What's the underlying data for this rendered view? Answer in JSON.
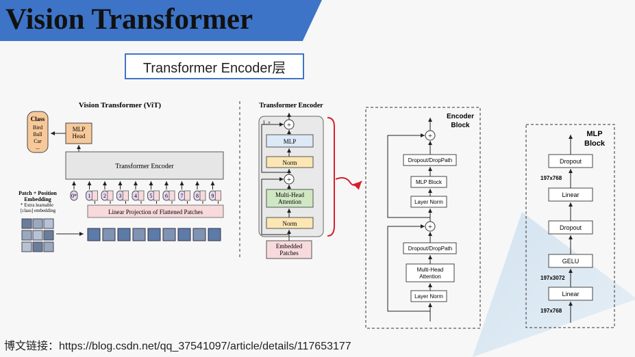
{
  "header": {
    "title": "Vision Transformer",
    "subtitle": "Transformer Encoder层"
  },
  "footer": {
    "link_text": "博文链接：https://blog.csdn.net/qq_37541097/article/details/117653177"
  },
  "vit": {
    "title": "Vision Transformer (ViT)",
    "class_box": {
      "heading": "Class",
      "items": [
        "Bird",
        "Ball",
        "Car",
        "..."
      ]
    },
    "mlp_head": "MLP\nHead",
    "encoder": "Transformer Encoder",
    "embedding_label": "Patch + Position\nEmbedding",
    "extra_note": "* Extra learnable\n[class] embedding",
    "linear_projection": "Linear Projection of Flattened Patches",
    "position_tokens": [
      "0*",
      "1",
      "2",
      "3",
      "4",
      "5",
      "6",
      "7",
      "8",
      "9"
    ]
  },
  "encoder_block": {
    "title": "Transformer Encoder",
    "repeat": "L ×",
    "mlp": "MLP",
    "norm_top": "Norm",
    "mha": "Multi-Head\nAttention",
    "norm_bottom": "Norm",
    "embedded": "Embedded\nPatches"
  },
  "encoder_detail": {
    "title": "Encoder\nBlock",
    "top": [
      "Dropout/DropPath",
      "MLP Block",
      "Layer Norm"
    ],
    "bottom": [
      "Dropout/DropPath",
      "Multi-Head\nAttention",
      "Layer Norm"
    ]
  },
  "mlp_block": {
    "title": "MLP\nBlock",
    "layers": [
      "Dropout",
      "Linear",
      "Dropout",
      "GELU",
      "Linear"
    ],
    "dims": [
      "197x768",
      "197x3072",
      "197x768"
    ]
  },
  "colors": {
    "banner": "#3d74c7",
    "red": "#d61f2a",
    "mlp_fill": "#dce9f7",
    "norm_fill": "#fbe6b4",
    "mha_fill": "#cfe8c3",
    "embed_fill": "#f8d9dc",
    "head_fill": "#f7c99a"
  }
}
